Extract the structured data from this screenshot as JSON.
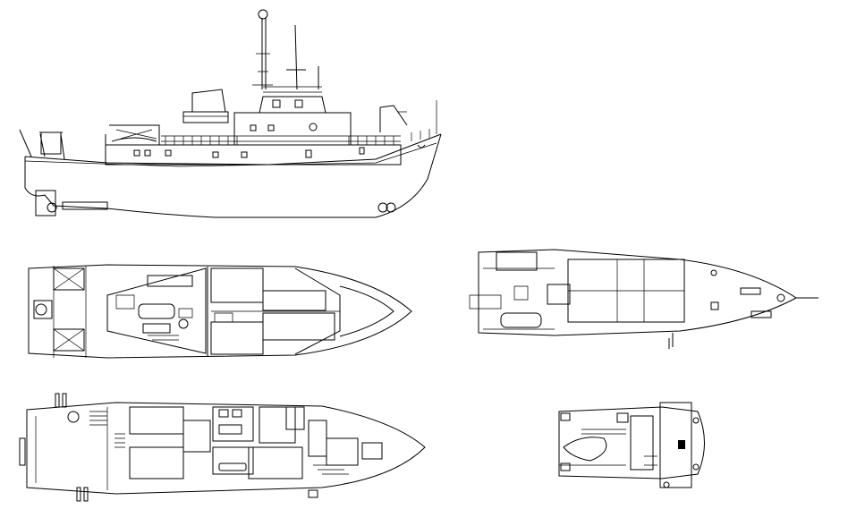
{
  "drawing": {
    "type": "ship general arrangement (CAD line drawing)",
    "views": [
      {
        "id": "profile",
        "kind": "side-elevation"
      },
      {
        "id": "lower-deck",
        "kind": "plan"
      },
      {
        "id": "main-deck",
        "kind": "plan"
      },
      {
        "id": "upper-deck",
        "kind": "plan"
      },
      {
        "id": "bridge-deck",
        "kind": "plan"
      }
    ],
    "colors": {
      "line": "#000000",
      "background": "#ffffff"
    }
  }
}
